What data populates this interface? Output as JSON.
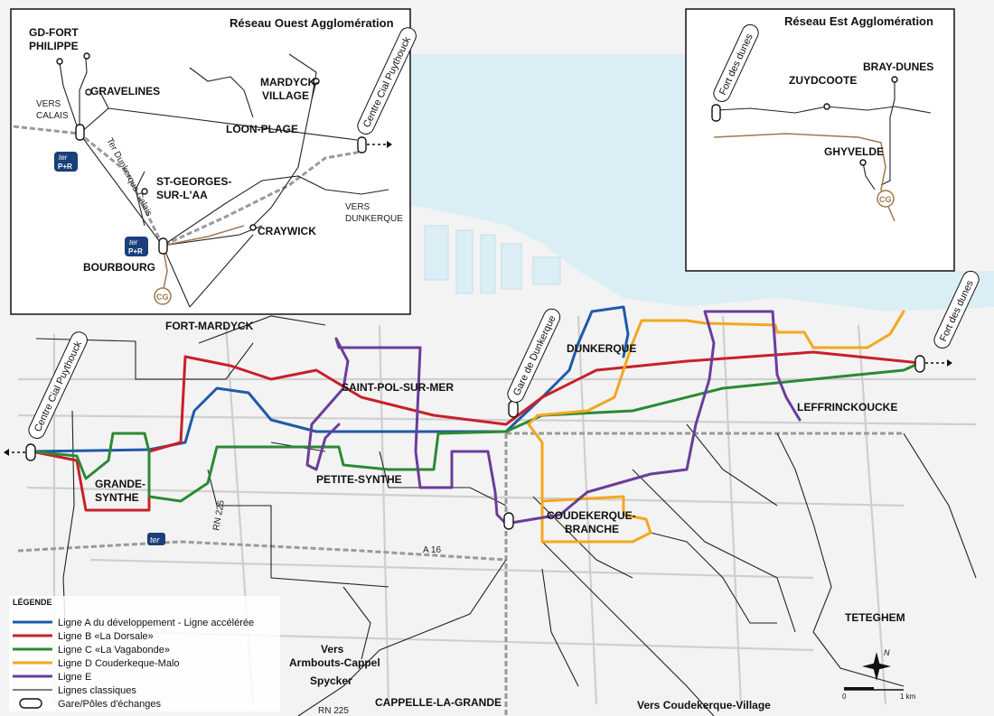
{
  "colors": {
    "ligne_a": "#1f5aa6",
    "ligne_b": "#c8202a",
    "ligne_c": "#2a8a34",
    "ligne_d": "#f2a81d",
    "ligne_e": "#6b3d9a",
    "classique": "#333333",
    "sea": "#dceef5",
    "ter_badge": "#1b3f7a",
    "cg": "#a0784a"
  },
  "inset_west": {
    "title": "Réseau Ouest Agglomération",
    "places": {
      "gd_fort_philippe_1": "GD-FORT",
      "gd_fort_philippe_2": "PHILIPPE",
      "gravelines": "GRAVELINES",
      "vers_calais_1": "VERS",
      "vers_calais_2": "CALAIS",
      "mardyck_1": "MARDYCK-",
      "mardyck_2": "VILLAGE",
      "loon_plage": "LOON-PLAGE",
      "st_georges_1": "ST-GEORGES-",
      "st_georges_2": "SUR-L'AA",
      "craywick": "CRAYWICK",
      "bourbourg": "BOURBOURG",
      "vers_dunkerque_1": "VERS",
      "vers_dunkerque_2": "DUNKERQUE",
      "rail_label": "Ter Dunkerque Calais",
      "centre_cial": "Centre Cial Puythouck"
    },
    "badges": {
      "ter": "ter",
      "pr": "P+R",
      "cg": "CG"
    }
  },
  "inset_east": {
    "title": "Réseau Est Agglomération",
    "places": {
      "fort_des_dunes": "Fort des dunes",
      "zuydcoote": "ZUYDCOOTE",
      "bray_dunes": "BRAY-DUNES",
      "ghyvelde": "GHYVELDE"
    },
    "badges": {
      "cg": "CG"
    }
  },
  "main": {
    "places": {
      "fort_mardyck": "FORT-MARDYCK",
      "saint_pol": "SAINT-POL-SUR-MER",
      "dunkerque": "DUNKERQUE",
      "leffrinckoucke": "LEFFRINCKOUCKE",
      "petite_synthe": "PETITE-SYNTHE",
      "grande_synthe_1": "GRANDE-",
      "grande_synthe_2": "SYNTHE",
      "coudekerque_1": "COUDEKERQUE-",
      "coudekerque_2": "BRANCHE",
      "teteghem": "TETEGHEM",
      "vers_armbouts_1": "Vers",
      "vers_armbouts_2": "Armbouts-Cappel",
      "spycker": "Spycker",
      "cappelle": "CAPPELLE-LA-GRANDE",
      "vers_coudekerque_village": "Vers Coudekerque-Village"
    },
    "poles": {
      "gare": "Gare de Dunkerque",
      "centre_cial": "Centre Cial Puythouck",
      "fort_des_dunes": "Fort des dunes"
    },
    "roads": {
      "n225_a": "RN 225",
      "n225_b": "RN 225",
      "a16": "A 16"
    },
    "badges": {
      "ter": "ter"
    }
  },
  "legend": {
    "title": "LÉGENDE",
    "items": [
      {
        "label": "Ligne A du développement - Ligne accélérée",
        "color": "#1f5aa6"
      },
      {
        "label": "Ligne B «La Dorsale»",
        "color": "#c8202a"
      },
      {
        "label": "Ligne C «La Vagabonde»",
        "color": "#2a8a34"
      },
      {
        "label": "Ligne D Couderkeque-Malo",
        "color": "#f2a81d"
      },
      {
        "label": "Ligne E",
        "color": "#6b3d9a"
      },
      {
        "label": "Lignes classiques",
        "color": "#333333"
      }
    ],
    "pole_label": "Gare/Pôles d'échanges"
  },
  "scale": {
    "zero": "0",
    "one": "1 km"
  },
  "compass": {
    "n": "N"
  }
}
